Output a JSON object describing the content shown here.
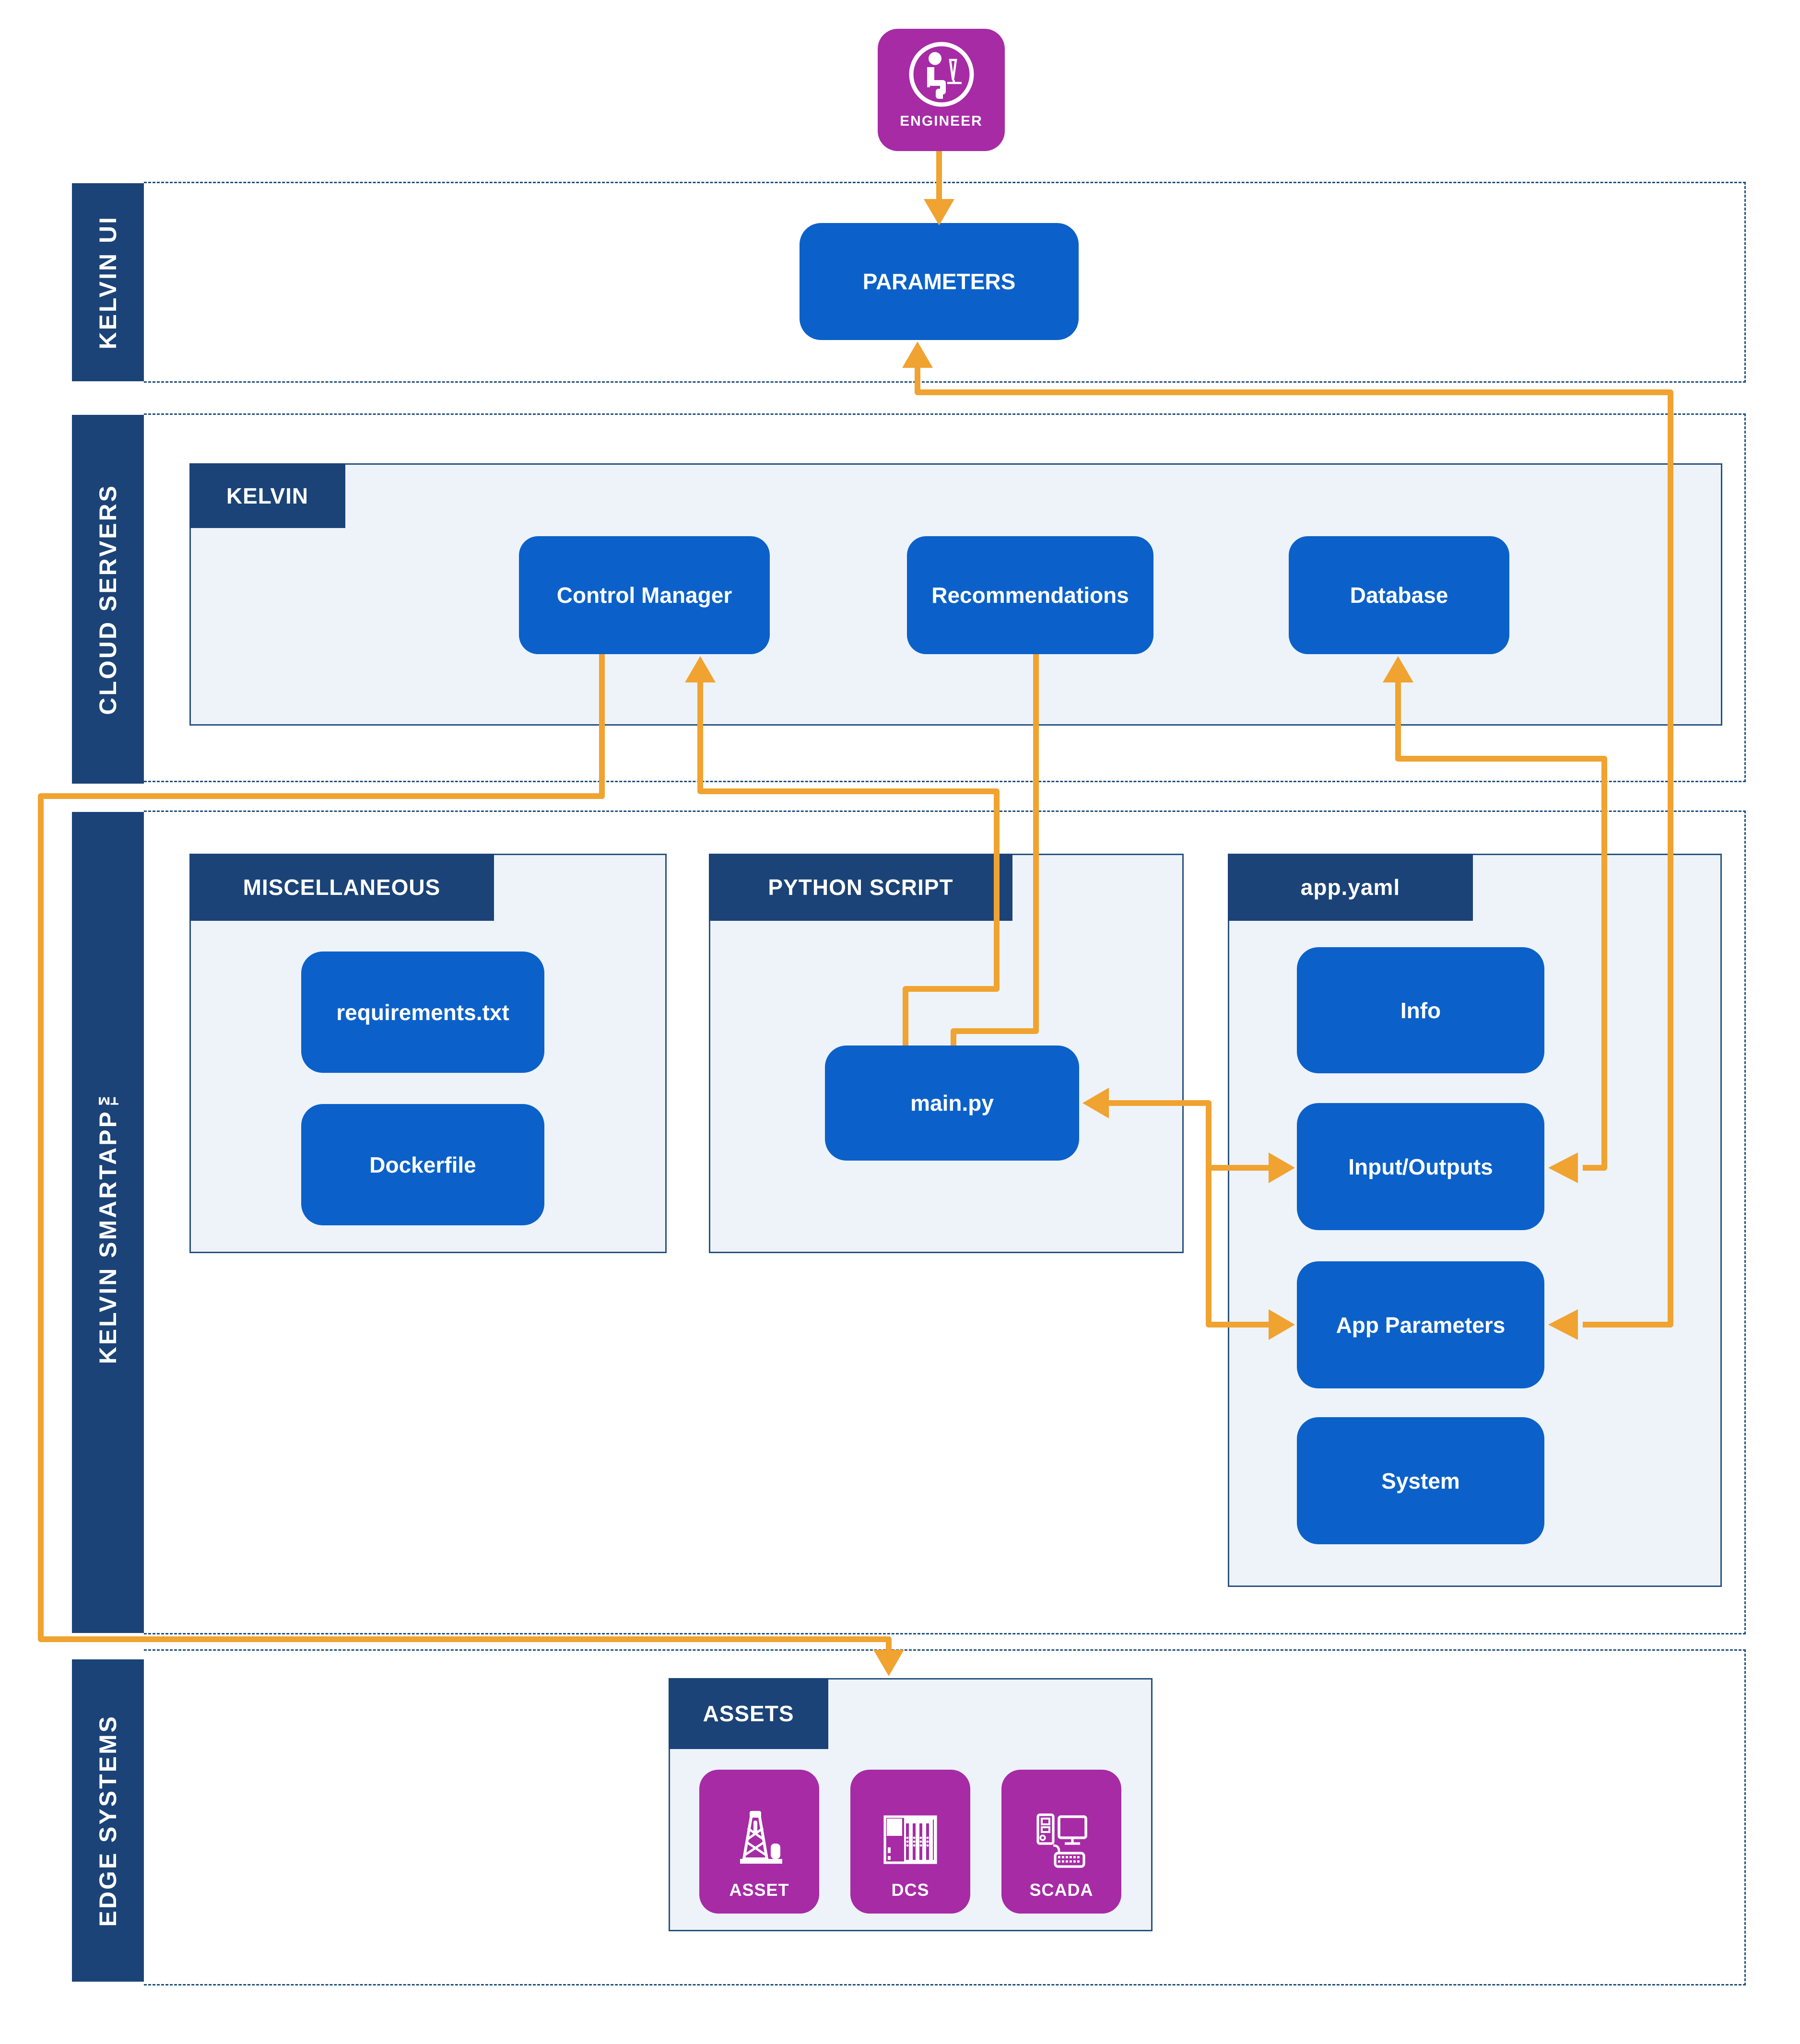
{
  "actor": {
    "label": "ENGINEER"
  },
  "bands": {
    "kelvin_ui": {
      "label": "KELVIN UI",
      "parameters": "PARAMETERS"
    },
    "cloud": {
      "label": "CLOUD SERVERS",
      "container_title": "KELVIN",
      "control_manager": "Control Manager",
      "recommendations": "Recommendations",
      "database": "Database"
    },
    "smartapp": {
      "label": "KELVIN SMARTAPP™",
      "misc": {
        "title": "MISCELLANEOUS",
        "requirements": "requirements.txt",
        "dockerfile": "Dockerfile"
      },
      "python": {
        "title": "PYTHON SCRIPT",
        "main": "main.py"
      },
      "appyaml": {
        "title": "app.yaml",
        "info": "Info",
        "io": "Input/Outputs",
        "app_params": "App Parameters",
        "system": "System"
      }
    },
    "edge": {
      "label": "EDGE SYSTEMS",
      "assets": {
        "title": "ASSETS",
        "asset": "ASSET",
        "dcs": "DCS",
        "scada": "SCADA"
      }
    }
  },
  "colors": {
    "navy": "#1B4377",
    "blue": "#0B61C9",
    "orange": "#F0A330",
    "magenta": "#A62BA5",
    "container_bg": "#EDF3F9",
    "container_border": "#27517F",
    "dashed_border": "#1F4E79"
  },
  "connections": [
    {
      "from": "ENGINEER",
      "to": "PARAMETERS",
      "direction": "one-way"
    },
    {
      "from": "App Parameters",
      "to": "PARAMETERS",
      "direction": "two-way"
    },
    {
      "from": "Input/Outputs",
      "to": "Database",
      "direction": "two-way"
    },
    {
      "from": "main.py",
      "to": "Control Manager",
      "direction": "one-way"
    },
    {
      "from": "Recommendations",
      "to": "main.py",
      "direction": "one-way"
    },
    {
      "from": "Control Manager",
      "to": "ASSETS",
      "direction": "one-way"
    },
    {
      "from": "main.py",
      "to": "Input/Outputs and App Parameters",
      "direction": "two-way"
    }
  ]
}
